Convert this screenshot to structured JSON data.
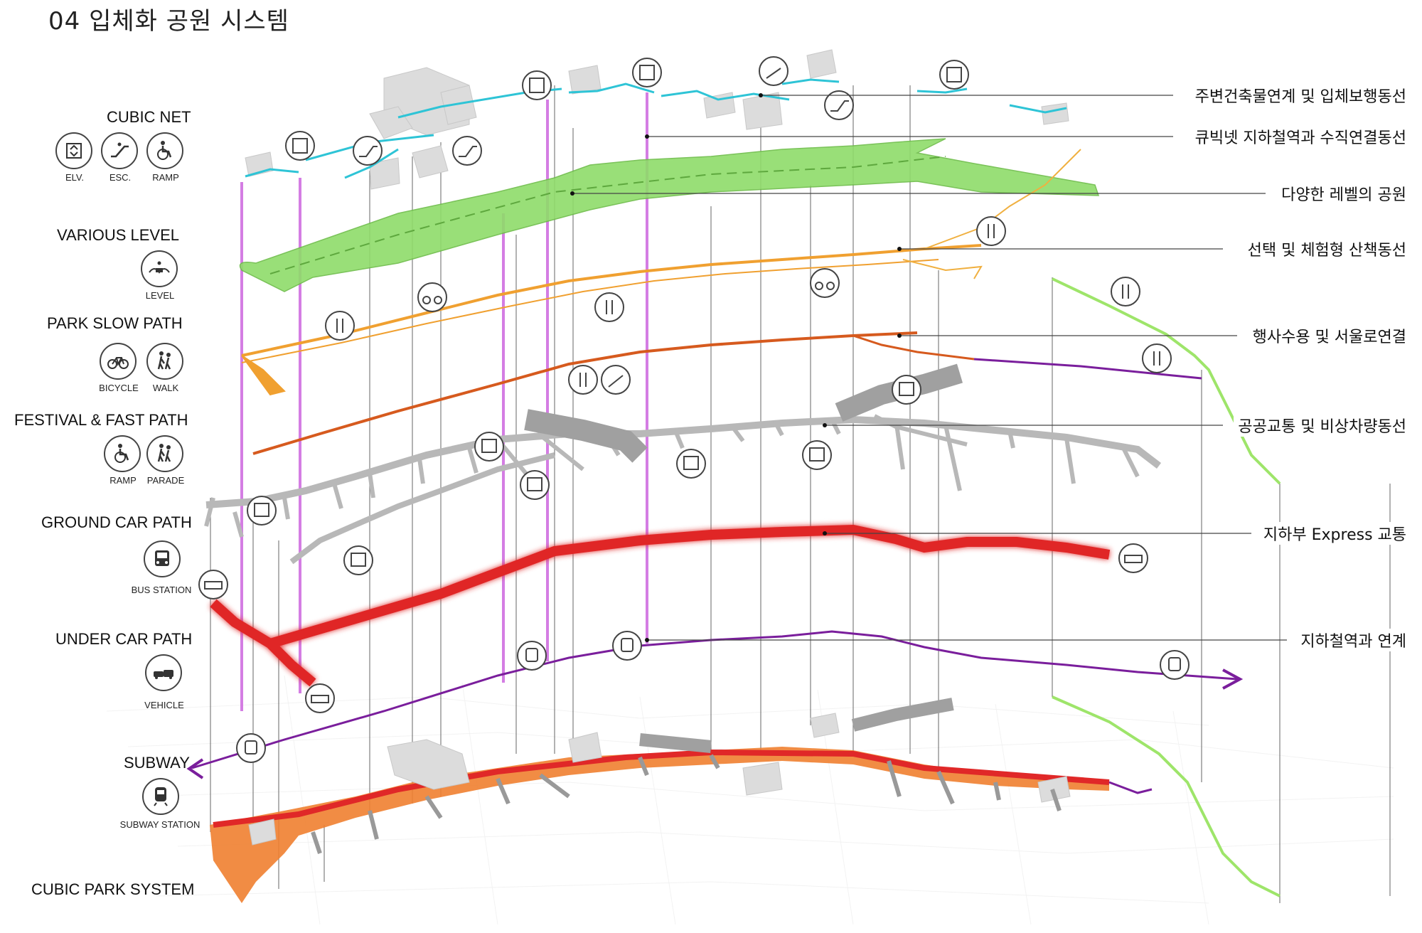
{
  "title": "04 입체화 공원 시스템",
  "legend": {
    "cubic_net": {
      "title": "CUBIC NET",
      "icons": [
        {
          "name": "elevator-icon",
          "caption": "ELV."
        },
        {
          "name": "escalator-icon",
          "caption": "ESC."
        },
        {
          "name": "ramp-icon",
          "caption": "RAMP"
        }
      ]
    },
    "various_level": {
      "title": "VARIOUS LEVEL",
      "icons": [
        {
          "name": "level-icon",
          "caption": "LEVEL"
        }
      ]
    },
    "park_slow_path": {
      "title": "PARK SLOW PATH",
      "icons": [
        {
          "name": "bicycle-icon",
          "caption": "BICYCLE"
        },
        {
          "name": "walk-icon",
          "caption": "WALK"
        }
      ]
    },
    "festival_fast_path": {
      "title": "FESTIVAL & FAST PATH",
      "icons": [
        {
          "name": "ramp-icon",
          "caption": "RAMP"
        },
        {
          "name": "parade-icon",
          "caption": "PARADE"
        }
      ]
    },
    "ground_car_path": {
      "title": "GROUND CAR PATH",
      "icons": [
        {
          "name": "bus-icon",
          "caption": "BUS STATION"
        }
      ]
    },
    "under_car_path": {
      "title": "UNDER CAR PATH",
      "icons": [
        {
          "name": "vehicle-icon",
          "caption": "VEHICLE"
        }
      ]
    },
    "subway": {
      "title": "SUBWAY",
      "icons": [
        {
          "name": "subway-icon",
          "caption": "SUBWAY STATION"
        }
      ]
    },
    "cubic_park_system": {
      "title": "CUBIC PARK SYSTEM"
    }
  },
  "callouts": [
    "주변건축물연계 및 입체보행동선",
    "큐빅넷 지하철역과 수직연결동선",
    "다양한 레벨의 공원",
    "선택 및 체험형 산책동선",
    "행사수용 및 서울로연결",
    "공공교통 및 비상차량동선",
    "지하부 Express 교통",
    "지하철역과 연계"
  ],
  "colors": {
    "cubic_net": "#2ec4d6",
    "park_green": "#8fdc6a",
    "slow_path": "#f0a030",
    "festival_path": "#d65a1e",
    "ground_car": "#b8b8b8",
    "express": "#e02828",
    "subway": "#7a1e9c",
    "vertical_link": "#d070e0",
    "side_park": "#9ee56a"
  }
}
